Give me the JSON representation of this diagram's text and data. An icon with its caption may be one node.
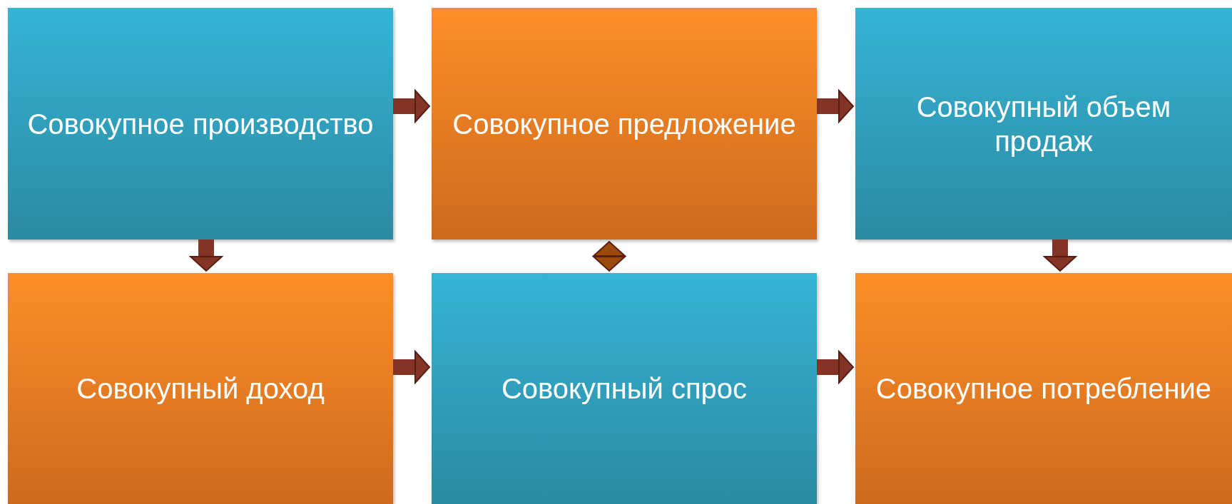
{
  "diagram": {
    "nodes": [
      {
        "text": [
          "Совокупное производство"
        ]
      },
      {
        "text": [
          "Совокупное предложение"
        ]
      },
      {
        "text": [
          "Совокупный объем продаж"
        ]
      },
      {
        "text": [
          "Совокупный доход"
        ]
      },
      {
        "text": [
          "Совокупный спрос"
        ]
      },
      {
        "text": [
          "Совокупное потребление"
        ]
      }
    ],
    "edges": [
      {
        "from": 0,
        "to": 1,
        "arrow": "to"
      },
      {
        "from": 1,
        "to": 2,
        "arrow": "to"
      },
      {
        "from": 0,
        "to": 3,
        "arrow": "to"
      },
      {
        "from": 1,
        "to": 4,
        "arrow": "both",
        "color": "#9a4a0a"
      },
      {
        "from": 2,
        "to": 5,
        "arrow": "to"
      },
      {
        "from": 3,
        "to": 4,
        "arrow": "to"
      },
      {
        "from": 4,
        "to": 5,
        "arrow": "to"
      }
    ]
  }
}
